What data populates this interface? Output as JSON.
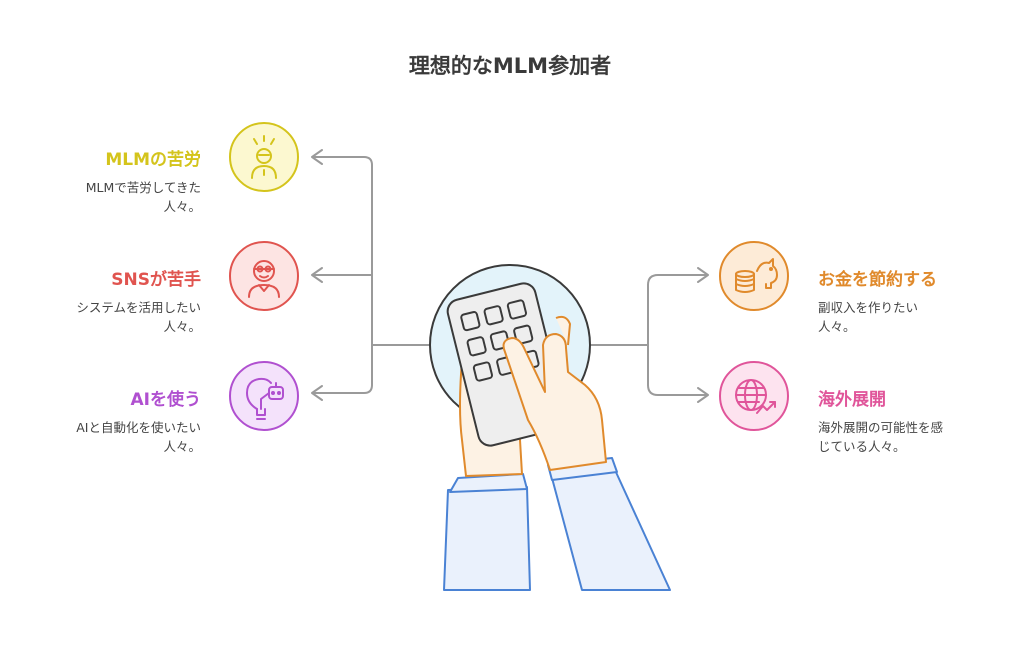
{
  "title": "理想的なMLM参加者",
  "left_items": [
    {
      "heading": "MLMの苦労",
      "desc": "MLMで苦労してきた\n人々。",
      "color": "#d4c41c",
      "fill": "#fcf8d0",
      "icon": "stressed-person-icon"
    },
    {
      "heading": "SNSが苦手",
      "desc": "システムを活用したい\n人々。",
      "color": "#e0544f",
      "fill": "#fde4e3",
      "icon": "masked-person-icon"
    },
    {
      "heading": "AIを使う",
      "desc": "AIと自動化を使いたい\n人々。",
      "color": "#b050d0",
      "fill": "#f4e2fb",
      "icon": "lightbulb-robot-icon"
    }
  ],
  "right_items": [
    {
      "heading": "お金を節約する",
      "desc": "副収入を作りたい\n人々。",
      "color": "#e08a2c",
      "fill": "#fdebd7",
      "icon": "piggy-bank-coins-icon"
    },
    {
      "heading": "海外展開",
      "desc": "海外展開の可能性を感\nじている人々。",
      "color": "#e0559a",
      "fill": "#fde3ef",
      "icon": "globe-growth-icon"
    }
  ],
  "center_icon": "hands-calculator-icon"
}
